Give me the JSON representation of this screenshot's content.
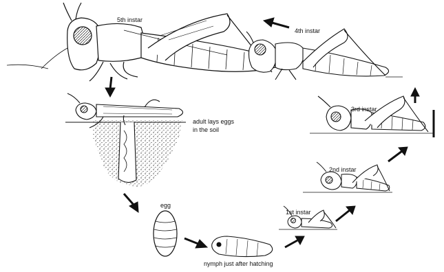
{
  "labels": {
    "instar5": "5th instar",
    "instar4": "4th instar",
    "instar3": "3rd instar",
    "instar2": "2nd instar",
    "instar1": "1st instar",
    "adult_line1": "adult lays eggs",
    "adult_line2": "in the soil",
    "egg": "egg",
    "nymph": "nymph just after hatching"
  },
  "colors": {
    "ink": "#111111",
    "paper": "#ffffff"
  }
}
